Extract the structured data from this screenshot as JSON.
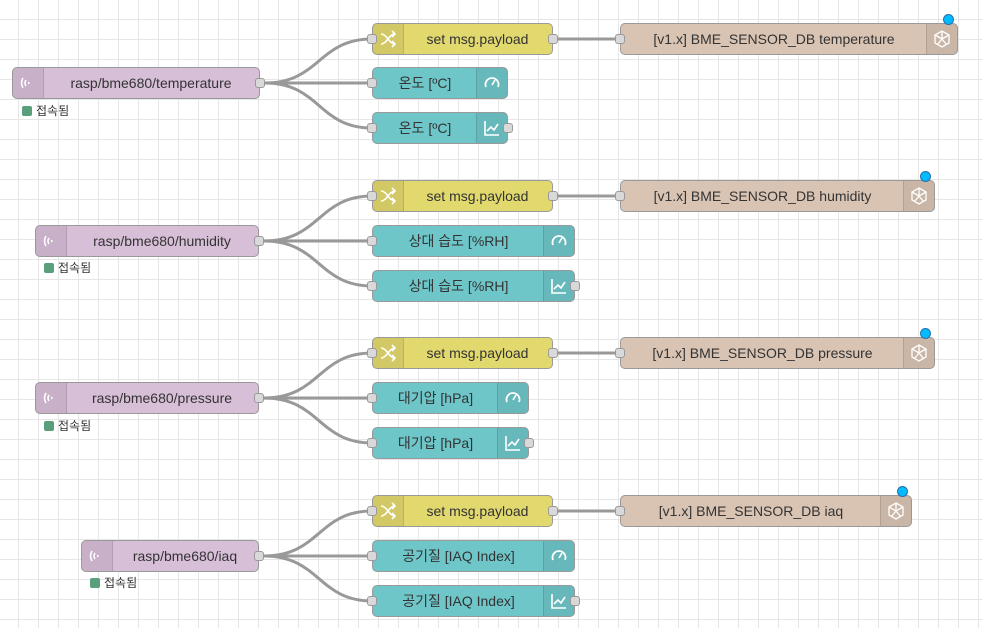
{
  "groups": [
    {
      "mqtt_label": "rasp/bme680/temperature",
      "status_text": "접속됨",
      "change_label": "set msg.payload",
      "gauge_label": "온도 [ºC]",
      "chart_label": "온도 [ºC]",
      "influx_label": "[v1.x] BME_SENSOR_DB temperature"
    },
    {
      "mqtt_label": "rasp/bme680/humidity",
      "status_text": "접속됨",
      "change_label": "set msg.payload",
      "gauge_label": "상대 습도 [%RH]",
      "chart_label": "상대 습도 [%RH]",
      "influx_label": "[v1.x] BME_SENSOR_DB humidity"
    },
    {
      "mqtt_label": "rasp/bme680/pressure",
      "status_text": "접속됨",
      "change_label": "set msg.payload",
      "gauge_label": "대기압 [hPa]",
      "chart_label": "대기압 [hPa]",
      "influx_label": "[v1.x] BME_SENSOR_DB pressure"
    },
    {
      "mqtt_label": "rasp/bme680/iaq",
      "status_text": "접속됨",
      "change_label": "set msg.payload",
      "gauge_label": "공기질 [IAQ Index]",
      "chart_label": "공기질 [IAQ Index]",
      "influx_label": "[v1.x] BME_SENSOR_DB iaq"
    }
  ],
  "colors": {
    "mqtt_node": "#d8bfd8",
    "change_node": "#e2d96e",
    "dashboard_node": "#6ec6c9",
    "influx_node": "#d9c4b4",
    "wire": "#999999",
    "status_connected": "#5a9f7c",
    "changed_indicator": "#00bcff"
  },
  "icons": {
    "mqtt": "mqtt-wave-icon",
    "change": "shuffle-icon",
    "gauge": "gauge-icon",
    "chart": "line-chart-icon",
    "influx": "influxdb-icon"
  }
}
